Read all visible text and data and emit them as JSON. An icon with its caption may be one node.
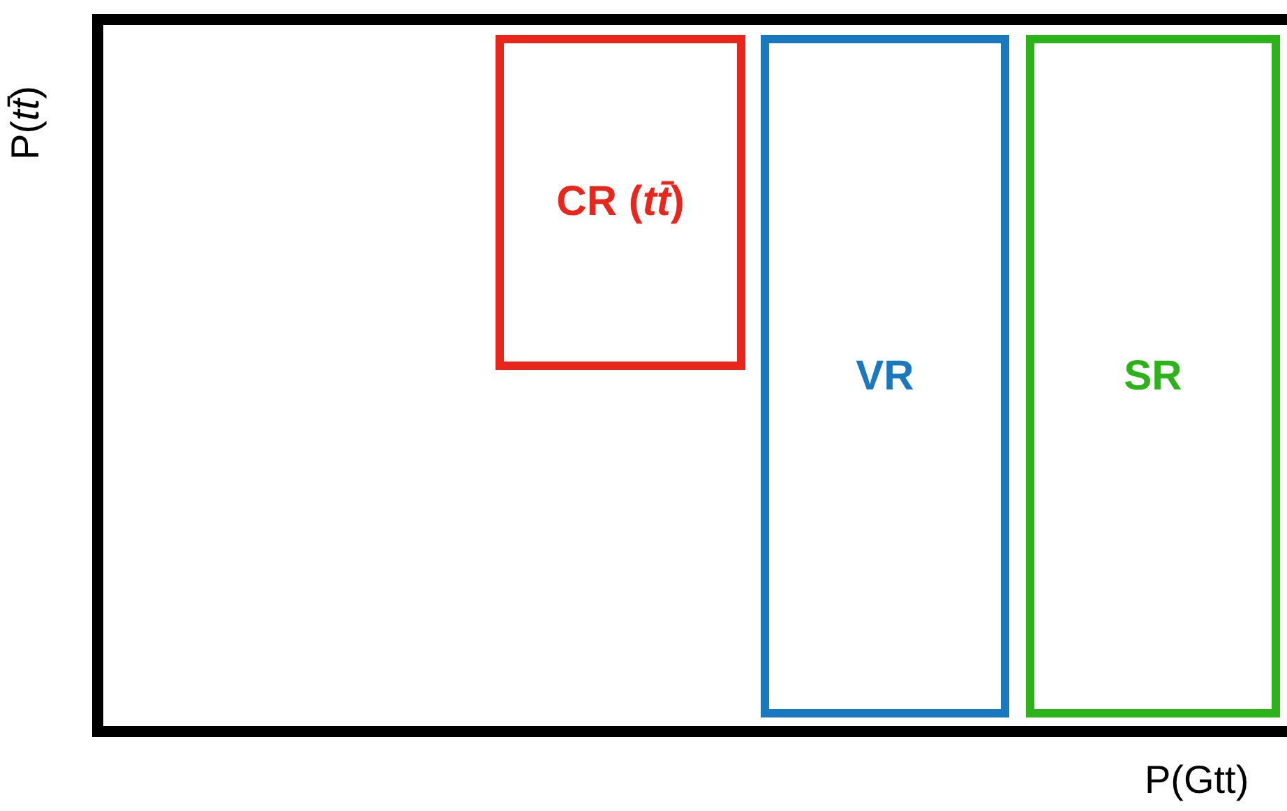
{
  "diagram": {
    "nodes": [
      {
        "text": [
          "CR (*tt̄*)"
        ]
      },
      {
        "text": [
          "VR"
        ]
      },
      {
        "text": [
          "SR"
        ]
      }
    ],
    "labels": [
      "P(*tt̄*)",
      "P(Gtt)"
    ]
  }
}
